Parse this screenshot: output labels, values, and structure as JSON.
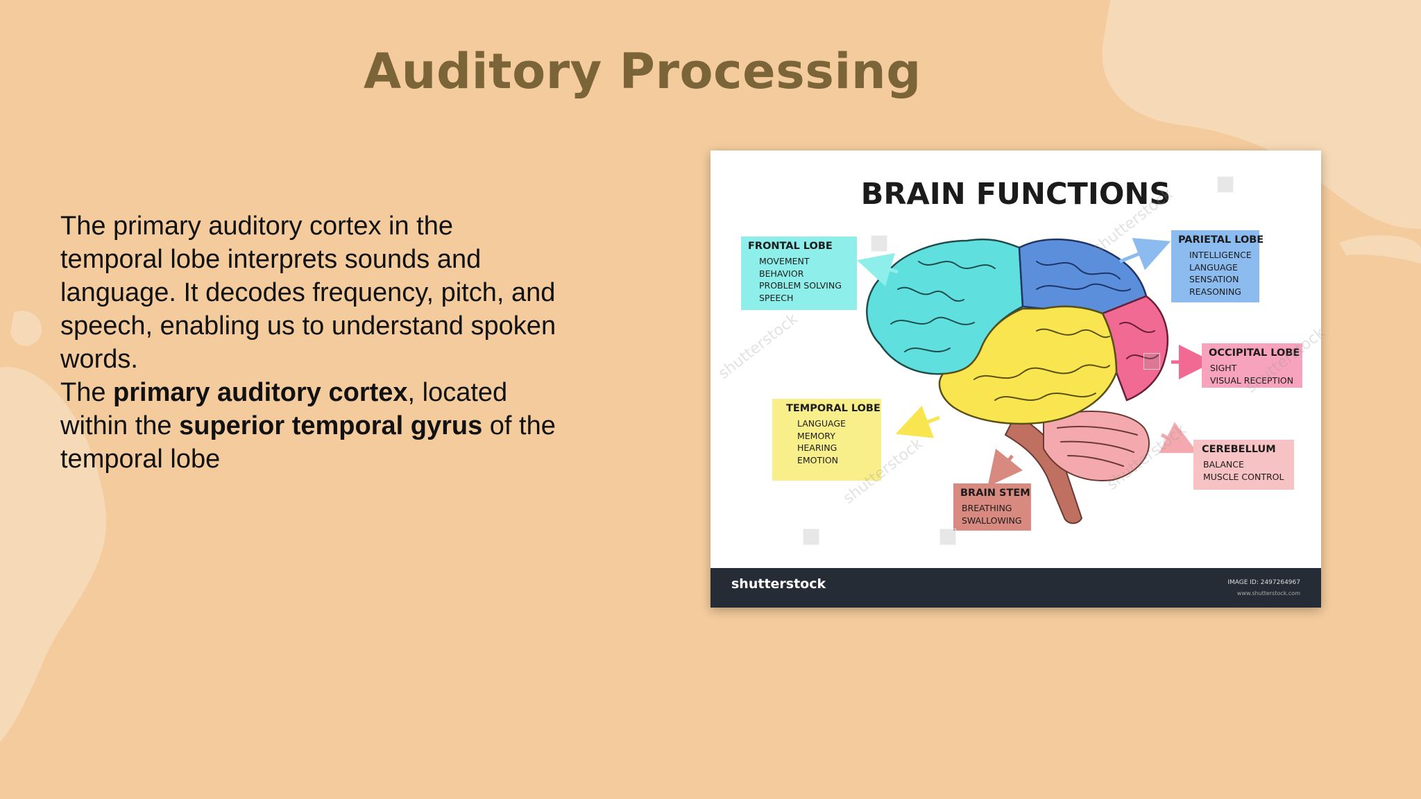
{
  "slide": {
    "title": "Auditory Processing",
    "paragraph1": "The primary auditory cortex in the temporal lobe interprets sounds and language. It decodes frequency, pitch, and speech, enabling us to understand spoken words.",
    "paragraph2": {
      "t1": "The ",
      "b1": "primary auditory cortex",
      "t2": ", located within the ",
      "b2": "superior temporal gyrus",
      "t3": " of the temporal lobe"
    }
  },
  "figure": {
    "title": "BRAIN FUNCTIONS",
    "labels": {
      "frontal": {
        "heading": "FRONTAL LOBE",
        "items": [
          "MOVEMENT",
          "BEHAVIOR",
          "PROBLEM SOLVING",
          "SPEECH"
        ]
      },
      "parietal": {
        "heading": "PARIETAL LOBE",
        "items": [
          "INTELLIGENCE",
          "LANGUAGE",
          "SENSATION",
          "REASONING"
        ]
      },
      "occipital": {
        "heading": "OCCIPITAL LOBE",
        "items": [
          "SIGHT",
          "VISUAL RECEPTION"
        ]
      },
      "temporal": {
        "heading": "TEMPORAL LOBE",
        "items": [
          "LANGUAGE",
          "MEMORY",
          "HEARING",
          "EMOTION"
        ]
      },
      "brainstem": {
        "heading": "BRAIN STEM",
        "items": [
          "BREATHING",
          "SWALLOWING"
        ]
      },
      "cerebellum": {
        "heading": "CEREBELLUM",
        "items": [
          "BALANCE",
          "MUSCLE CONTROL"
        ]
      }
    },
    "watermark": "shutterstock",
    "footer": {
      "brand": "shutterstock",
      "image_id": "IMAGE ID: 2497264967",
      "site": "www.shutterstock.com"
    }
  },
  "colors": {
    "background": "#f3cb9c",
    "title": "#7a6438",
    "frontal": "#5fe0de",
    "parietal": "#5b8fdc",
    "temporal": "#f8e54f",
    "occipital": "#f06a93",
    "cerebellum": "#f3a9ad",
    "brainstem": "#c07060",
    "frontal_box": "#8eeeea",
    "parietal_box": "#8cbbf0",
    "occipital_box": "#f7a3bd",
    "temporal_box": "#f8ee8a",
    "brainstem_box": "#d98a80",
    "cerebellum_box": "#f7c2c4"
  }
}
